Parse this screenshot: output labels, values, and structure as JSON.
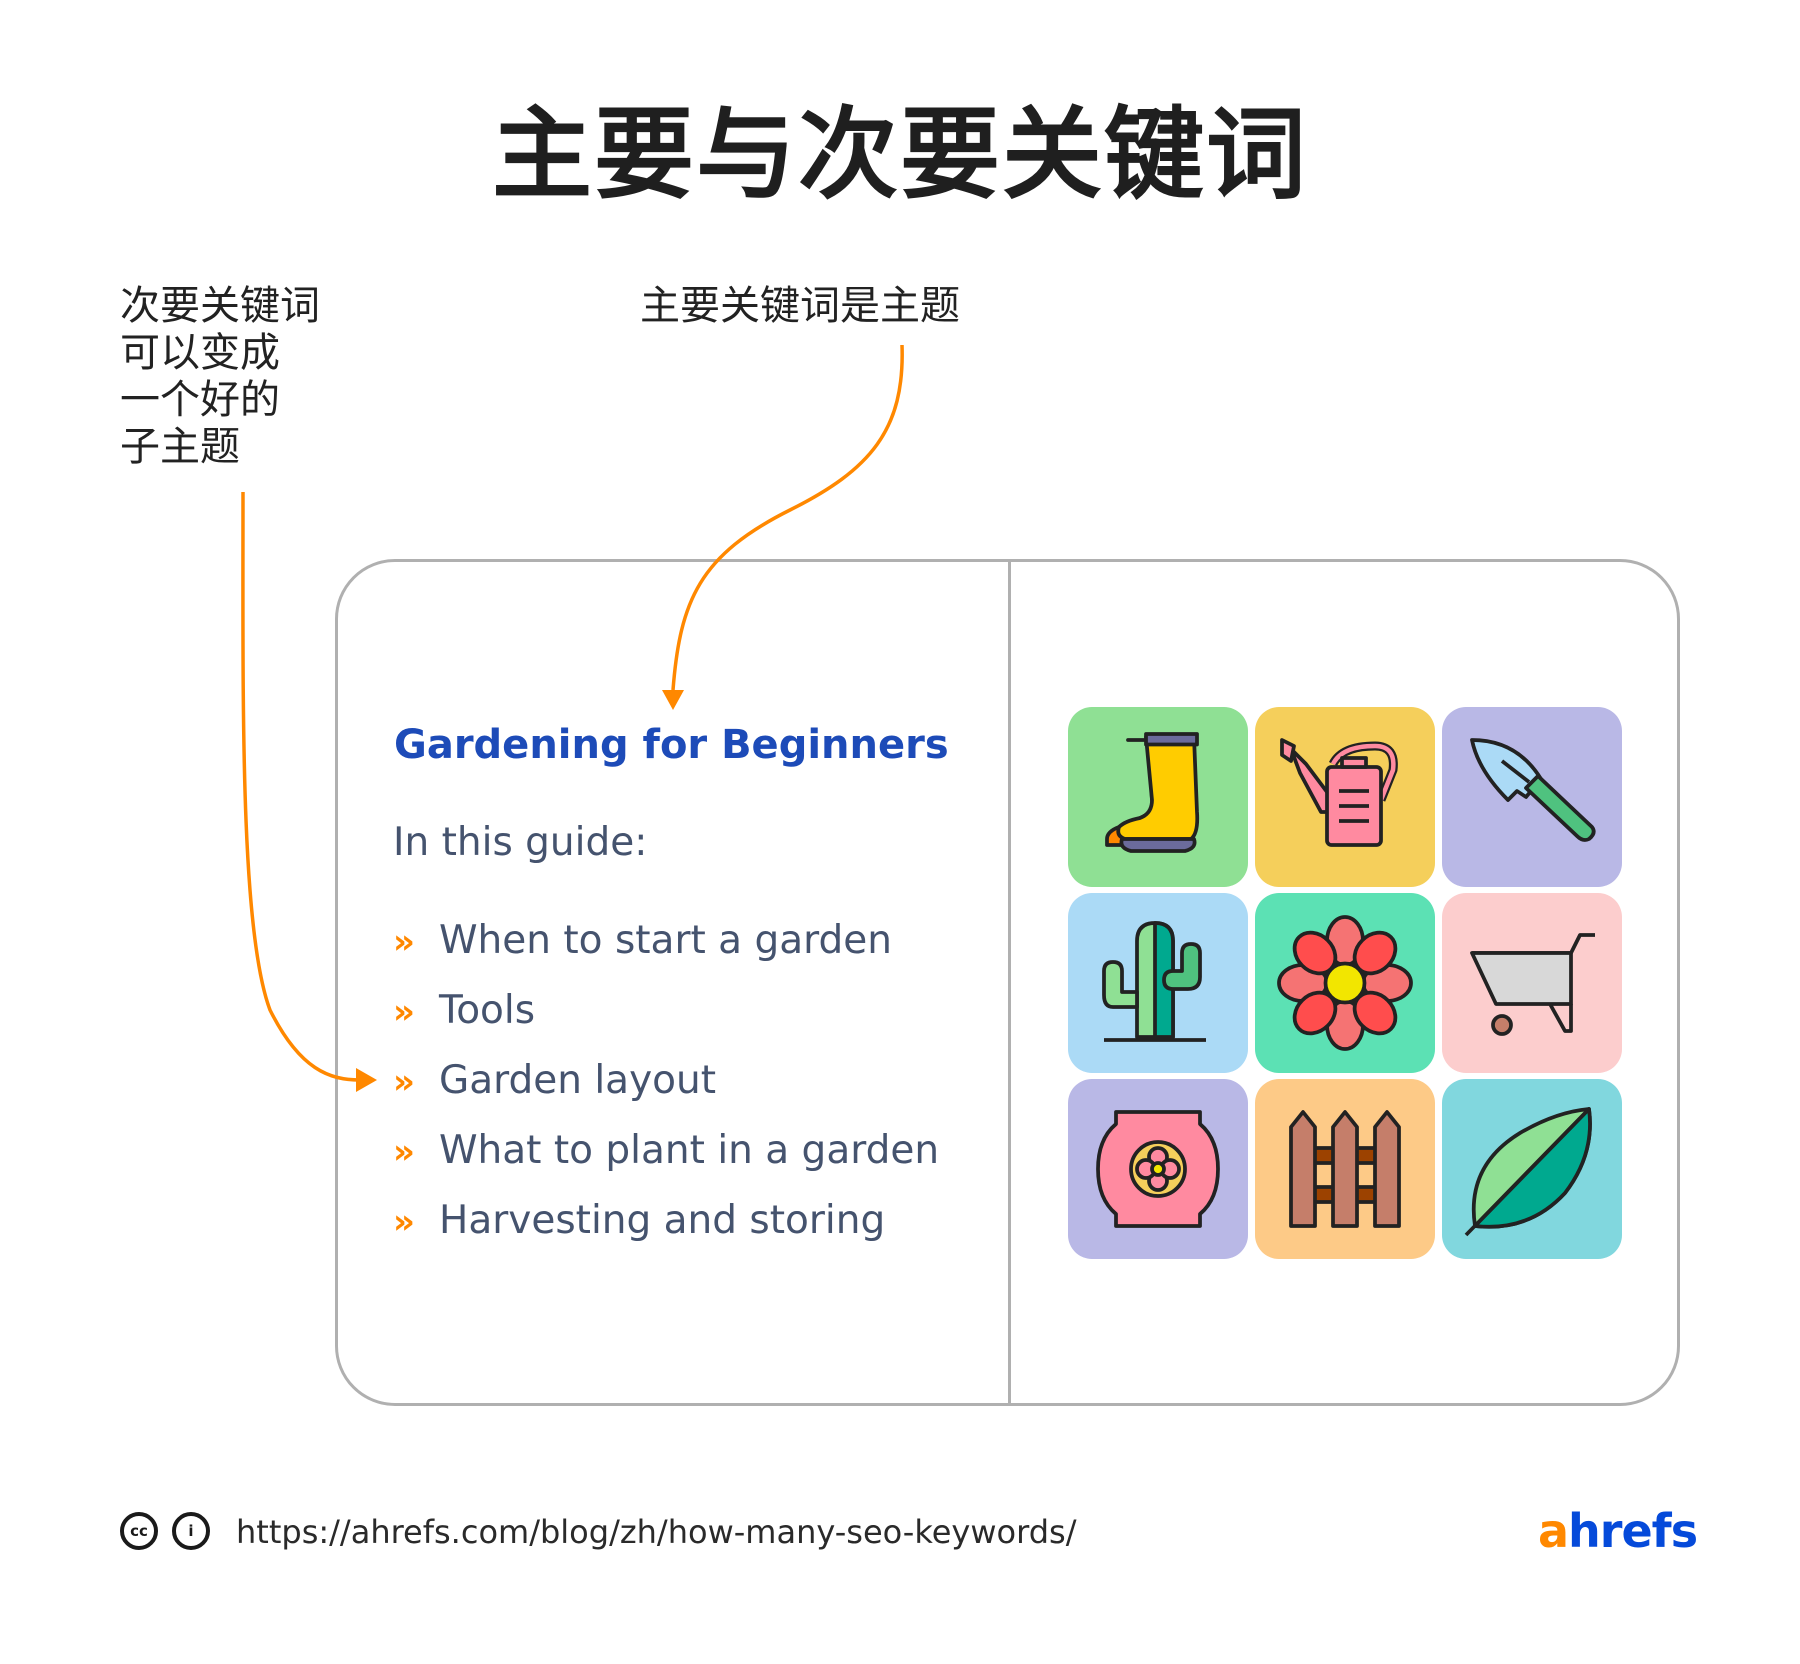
{
  "title": "主要与次要关键词",
  "annotations": {
    "secondary_note_lines": [
      "次要关键词",
      "可以变成",
      "一个好的",
      "子主题"
    ],
    "primary_note": "主要关键词是主题"
  },
  "article": {
    "heading": "Gardening for Beginners",
    "intro": "In this guide:",
    "bullet_glyph": "»",
    "items": [
      "When to start a garden",
      "Tools",
      "Garden layout",
      "What to plant in a garden",
      "Harvesting and storing"
    ]
  },
  "icon_grid": [
    {
      "name": "rain-boots-icon",
      "bg": "#8fe094"
    },
    {
      "name": "watering-can-icon",
      "bg": "#f5cf5b"
    },
    {
      "name": "trowel-icon",
      "bg": "#b9b8e6"
    },
    {
      "name": "cactus-icon",
      "bg": "#abdaf6"
    },
    {
      "name": "flower-icon",
      "bg": "#5ce1b4"
    },
    {
      "name": "wheelbarrow-icon",
      "bg": "#fccdcd"
    },
    {
      "name": "seed-bag-icon",
      "bg": "#b9b8e6"
    },
    {
      "name": "fence-icon",
      "bg": "#fdca87"
    },
    {
      "name": "leaf-icon",
      "bg": "#81d7de"
    }
  ],
  "colors": {
    "accent_orange": "#ff8800",
    "heading_blue": "#1d4bb8",
    "body_text": "#45536e",
    "card_border": "#b0b0b0"
  },
  "footer": {
    "license_icons": [
      "cc-icon",
      "attribution-icon"
    ],
    "cc_label": "cc",
    "attribution_label": "i",
    "url": "https://ahrefs.com/blog/zh/how-many-seo-keywords/",
    "logo_a": "a",
    "logo_rest": "hrefs"
  }
}
